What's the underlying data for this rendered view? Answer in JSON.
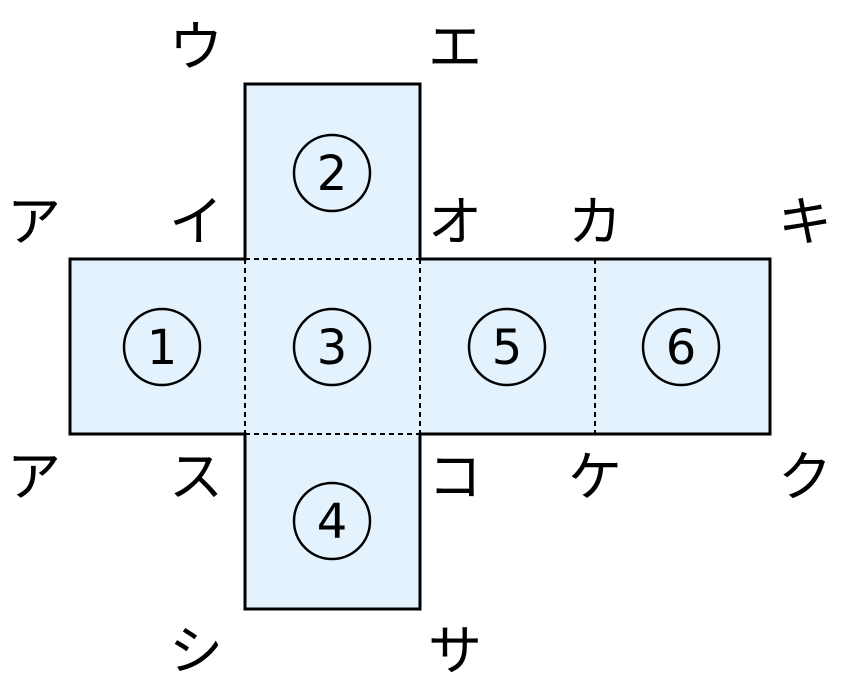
{
  "diagram": {
    "colors": {
      "face_fill": "#e3f2fd",
      "outline": "#000000",
      "fold_line": "#000000",
      "text": "#000000"
    },
    "faces": [
      {
        "id": "face-1",
        "number": "1",
        "label": "①"
      },
      {
        "id": "face-2",
        "number": "2",
        "label": "②"
      },
      {
        "id": "face-3",
        "number": "3",
        "label": "③"
      },
      {
        "id": "face-4",
        "number": "4",
        "label": "④"
      },
      {
        "id": "face-5",
        "number": "5",
        "label": "⑤"
      },
      {
        "id": "face-6",
        "number": "6",
        "label": "⑥"
      }
    ],
    "vertex_labels": {
      "u": "ウ",
      "e": "エ",
      "a_top": "ア",
      "i": "イ",
      "o": "オ",
      "ka": "カ",
      "ki": "キ",
      "a_bottom": "ア",
      "su": "ス",
      "ko": "コ",
      "ke": "ケ",
      "ku": "ク",
      "shi": "シ",
      "sa": "サ"
    }
  }
}
